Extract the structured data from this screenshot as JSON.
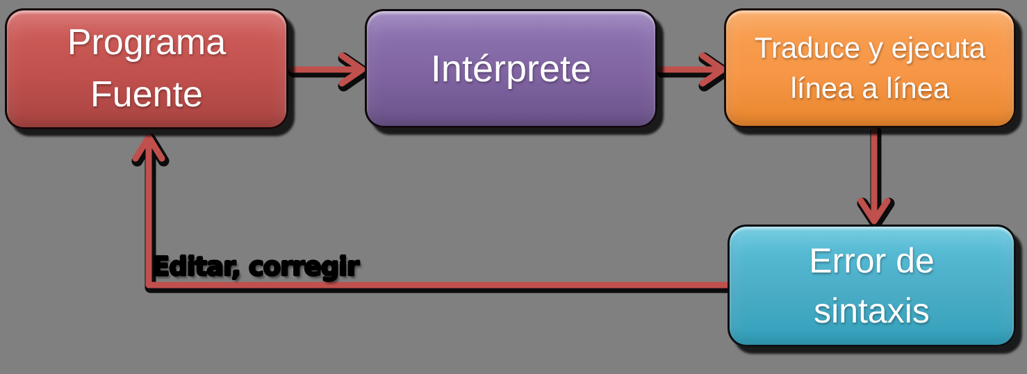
{
  "diagram": {
    "title": "Interpreter workflow flowchart",
    "background_color": "#808080",
    "arrow_color": "#c0504d",
    "nodes": [
      {
        "id": "programa-fuente",
        "label": "Programa Fuente",
        "lines": [
          "Programa",
          "Fuente"
        ],
        "color": "#c0504d",
        "text_color": "#ffffff"
      },
      {
        "id": "interprete",
        "label": "Intérprete",
        "lines": [
          "Intérprete"
        ],
        "color": "#8064a2",
        "text_color": "#ffffff"
      },
      {
        "id": "traduce-ejecuta",
        "label": "Traduce y ejecuta línea a línea",
        "lines": [
          "Traduce y ejecuta",
          "línea a línea"
        ],
        "color": "#f79646",
        "text_color": "#ffffff"
      },
      {
        "id": "error-sintaxis",
        "label": "Error de sintaxis",
        "lines": [
          "Error de",
          "sintaxis"
        ],
        "color": "#4bacc6",
        "text_color": "#ffffff"
      }
    ],
    "edges": [
      {
        "from": "programa-fuente",
        "to": "interprete",
        "label": ""
      },
      {
        "from": "interprete",
        "to": "traduce-ejecuta",
        "label": ""
      },
      {
        "from": "traduce-ejecuta",
        "to": "error-sintaxis",
        "label": ""
      },
      {
        "from": "error-sintaxis",
        "to": "programa-fuente",
        "label": "Editar, corregir"
      }
    ]
  }
}
